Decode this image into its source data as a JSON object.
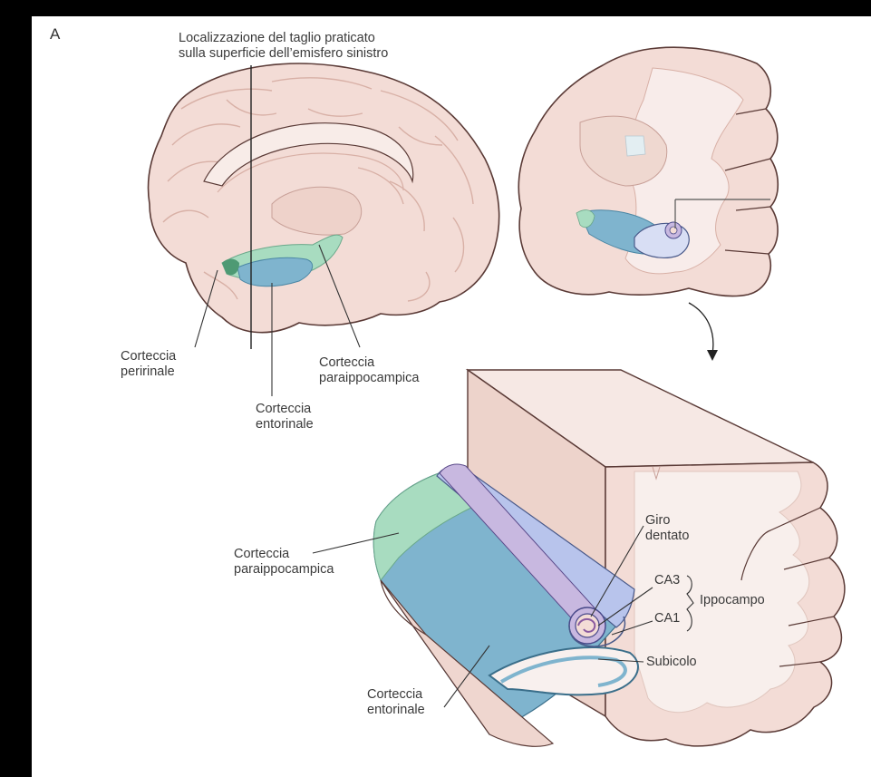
{
  "panel_letter": "A",
  "cut_location": {
    "line1": "Localizzazione del taglio praticato",
    "line2": "sulla superficie dell’emisfero sinistro"
  },
  "medial_view": {
    "perirhinal": {
      "line1": "Corteccia",
      "line2": "peririnale"
    },
    "entorhinal": {
      "line1": "Corteccia",
      "line2": "entorinale"
    },
    "parahippocampal": {
      "line1": "Corteccia",
      "line2": "paraippocampica"
    }
  },
  "detail_view": {
    "parahippocampal": {
      "line1": "Corteccia",
      "line2": "paraippocampica"
    },
    "entorhinal": {
      "line1": "Corteccia",
      "line2": "entorinale"
    },
    "dentate_gyrus": {
      "line1": "Giro",
      "line2": "dentato"
    },
    "ca3": "CA3",
    "ca1": "CA1",
    "hippocampus": "Ippocampo",
    "subiculum": "Subicolo"
  },
  "colors": {
    "brain": "#f3dcd6",
    "brain_dark": "#e8c4ba",
    "outline": "#5a3a36",
    "entorhinal_blue": "#7fb4ce",
    "parahippocampal_green": "#a8dcc0",
    "dentate_purple": "#c8b8e0",
    "hippocampus_lilac": "#b8c4ec",
    "label": "#3a3a3a"
  }
}
